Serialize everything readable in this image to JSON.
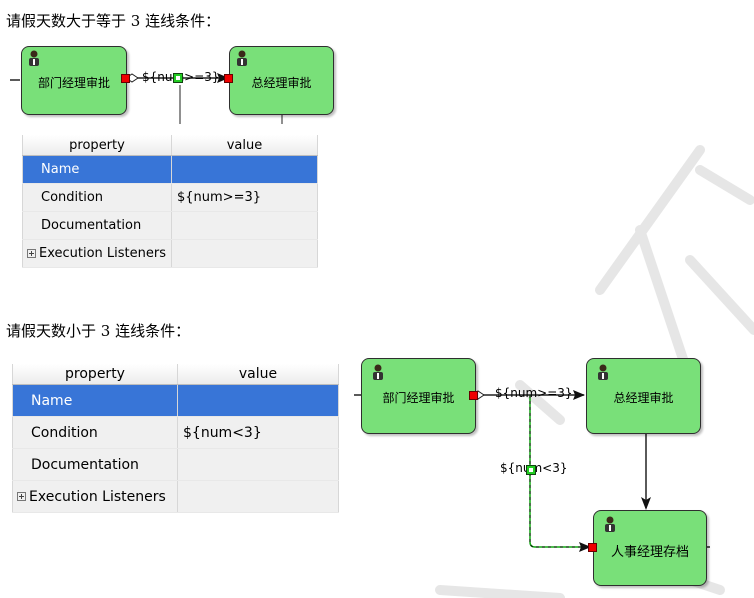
{
  "captions": {
    "top": "请假天数大于等于 3 连线条件：",
    "bottom": "请假天数小于 3 连线条件："
  },
  "diagram1": {
    "task_a": "部门经理审批",
    "task_b": "总经理审批",
    "flow_label": "${num>=3}",
    "table": {
      "header_property": "property",
      "header_value": "value",
      "rows": [
        {
          "property": "Name",
          "value": ""
        },
        {
          "property": "Condition",
          "value": "${num>=3}"
        },
        {
          "property": "Documentation",
          "value": ""
        },
        {
          "property": "Execution Listeners",
          "value": ""
        }
      ]
    }
  },
  "diagram2": {
    "task_a": "部门经理审批",
    "task_b": "总经理审批",
    "task_c": "人事经理存档",
    "flow_label_top": "${num>=3}",
    "flow_label_side": "${num<3}",
    "table": {
      "header_property": "property",
      "header_value": "value",
      "rows": [
        {
          "property": "Name",
          "value": ""
        },
        {
          "property": "Condition",
          "value": "${num<3}"
        },
        {
          "property": "Documentation",
          "value": ""
        },
        {
          "property": "Execution Listeners",
          "value": ""
        }
      ]
    }
  },
  "colors": {
    "task_fill": "#79e079",
    "selection": "#3875d7",
    "handle_red": "#ee0000",
    "handle_green": "#22cc22"
  }
}
